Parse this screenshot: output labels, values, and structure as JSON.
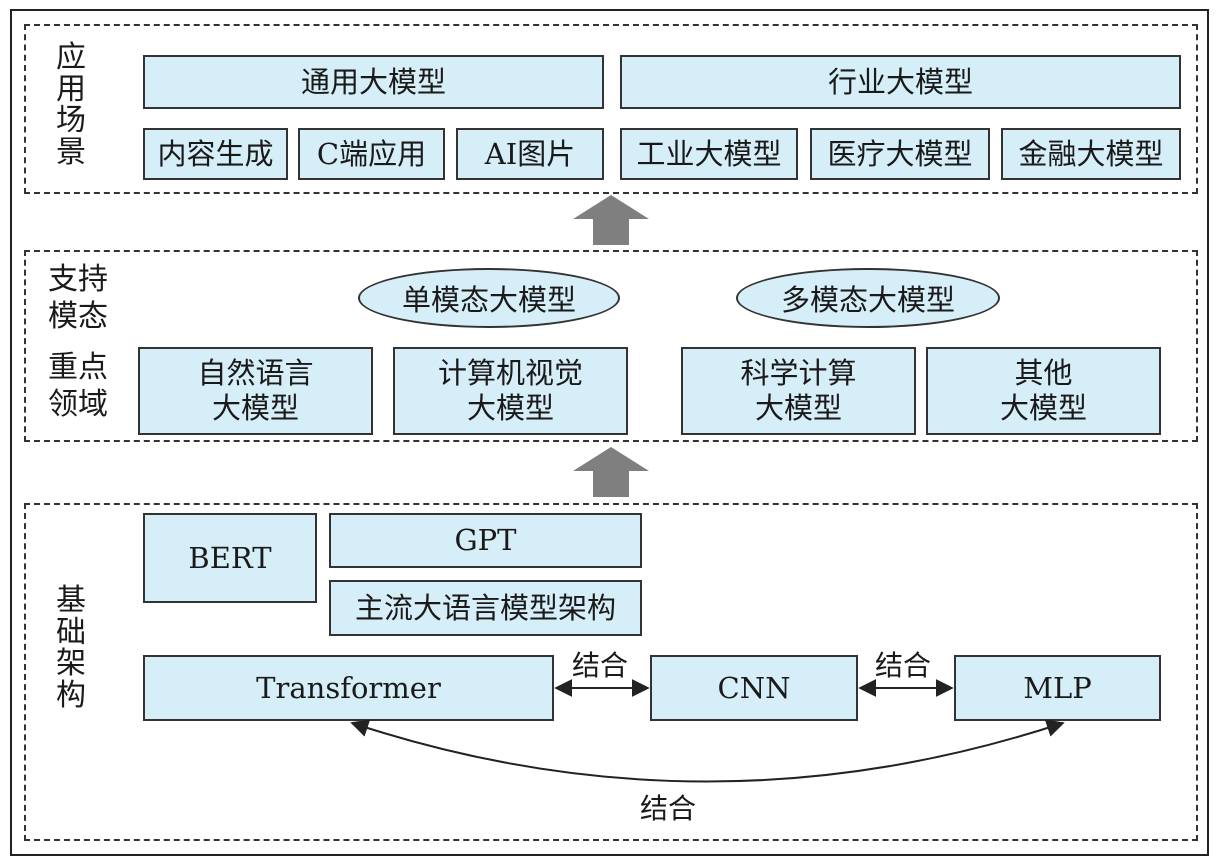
{
  "colors": {
    "box_fill": "#d6eef8",
    "stroke": "#333333",
    "arrow_gray": "#7f7f7f"
  },
  "application": {
    "label": "应用场景",
    "general": "通用大模型",
    "industry": "行业大模型",
    "items": [
      "内容生成",
      "C端应用",
      "AI图片",
      "工业大模型",
      "医疗大模型",
      "金融大模型"
    ]
  },
  "support": {
    "label_modality": "支持模态",
    "label_domain": "重点领域",
    "single": "单模态大模型",
    "multi": "多模态大模型",
    "domains": [
      "自然语言\n大模型",
      "计算机视觉\n大模型",
      "科学计算\n大模型",
      "其他\n大模型"
    ]
  },
  "foundation": {
    "label": "基础架构",
    "bert": "BERT",
    "gpt": "GPT",
    "mainstream": "主流大语言模型架构",
    "transformer": "Transformer",
    "cnn": "CNN",
    "mlp": "MLP",
    "combine": "结合"
  }
}
